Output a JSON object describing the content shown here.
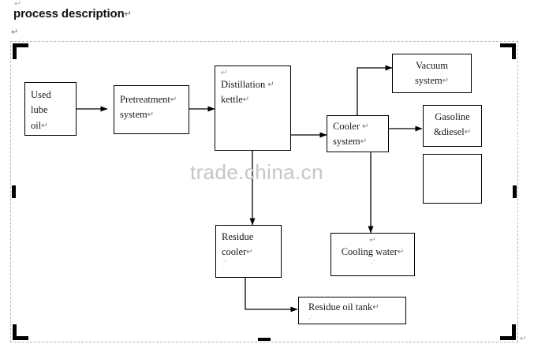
{
  "document": {
    "top_pilcrow": "↵",
    "title": "process description",
    "title_pilcrow": "↵",
    "blank_line_pilcrow": "↵",
    "end_pilcrow": "↵"
  },
  "watermark": {
    "text": "trade.china.cn"
  },
  "diagram": {
    "nodes": [
      {
        "id": "used-lube-oil",
        "line1": "Used",
        "line2": "lube",
        "line3": "oil",
        "pilcrow": "↵"
      },
      {
        "id": "pretreatment-system",
        "line1": "Pretreatment",
        "line2": "system",
        "pilcrow": "↵"
      },
      {
        "id": "distillation-kettle",
        "lead_pilcrow": "↵",
        "line1": "Distillation",
        "line2": "kettle",
        "pilcrow": "↵"
      },
      {
        "id": "cooler-system",
        "line1": "Cooler",
        "line2": "system",
        "pilcrow": "↵"
      },
      {
        "id": "vacuum-system",
        "line1": "Vacuum",
        "line2": "system",
        "pilcrow": "↵"
      },
      {
        "id": "gasoline-diesel",
        "line1": "Gasoline",
        "line2": "&diesel",
        "pilcrow": "↵"
      },
      {
        "id": "empty-box",
        "line1": ""
      },
      {
        "id": "residue-cooler",
        "line1": "Residue",
        "line2": "cooler",
        "pilcrow": "↵",
        "trail": "·‵"
      },
      {
        "id": "cooling-water",
        "lead_pilcrow": "↵",
        "line1": "Cooling water",
        "pilcrow": "↵",
        "trail": "·‵"
      },
      {
        "id": "residue-oil-tank",
        "line1": "Residue oil tank",
        "pilcrow": "↵",
        "trail": "·‵"
      }
    ]
  },
  "colors": {
    "stroke": "#000000",
    "selection_border": "#a9b7c6",
    "handle": "#000000",
    "watermark": "#c6c6c6",
    "text": "#1a1a1a"
  }
}
